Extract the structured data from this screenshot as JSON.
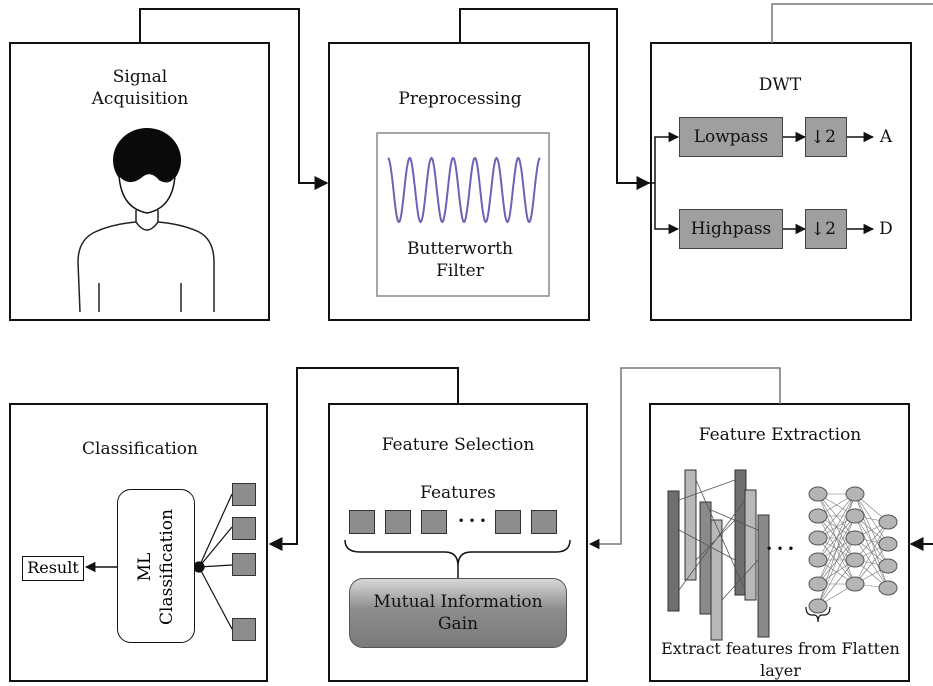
{
  "top_row": {
    "signal_acquisition": {
      "title_line1": "Signal",
      "title_line2": "Acquisition"
    },
    "preprocessing": {
      "title": "Preprocessing",
      "filter_line1": "Butterworth",
      "filter_line2": "Filter"
    },
    "dwt": {
      "title": "DWT",
      "lowpass": "Lowpass",
      "highpass": "Highpass",
      "downsample_factor": "2",
      "output_a": "A",
      "output_d": "D"
    }
  },
  "bottom_row": {
    "classification": {
      "title": "Classification",
      "ml_line1": "ML",
      "ml_line2": "Classification",
      "result": "Result"
    },
    "feature_selection": {
      "title": "Feature Selection",
      "features_label": "Features",
      "ellipsis": "• • •",
      "mig_line1": "Mutual Information",
      "mig_line2": "Gain"
    },
    "feature_extraction": {
      "title": "Feature Extraction",
      "ellipsis": "• • •",
      "caption_line1": "Extract features from Flatten",
      "caption_line2": "layer"
    }
  },
  "colors": {
    "box_gray": "#9f9f9f",
    "square_gray": "#8d8d8d",
    "wave": "#6b63b5",
    "line": "#111111"
  }
}
